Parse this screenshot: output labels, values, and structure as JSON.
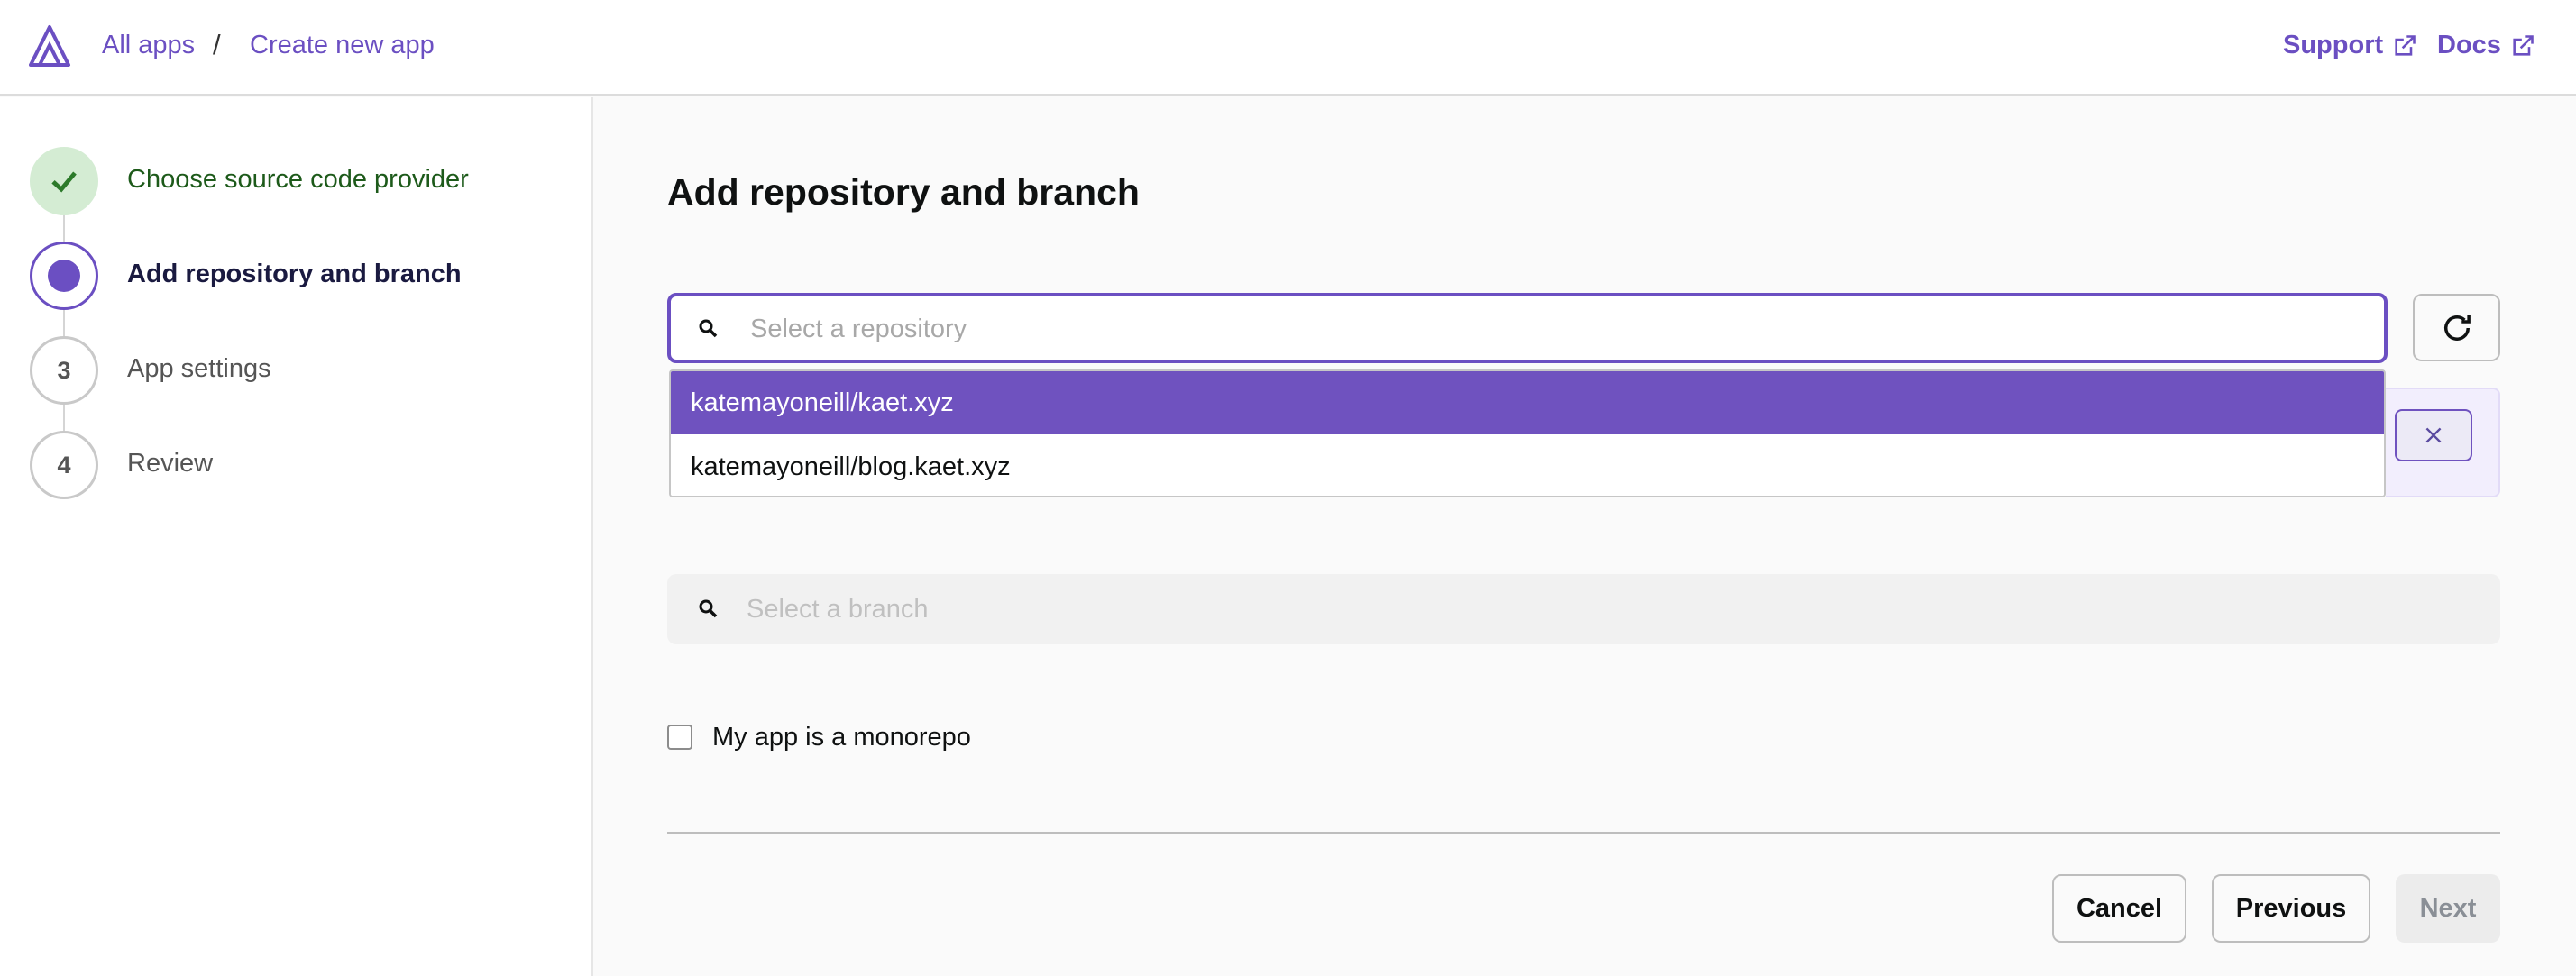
{
  "header": {
    "breadcrumb": [
      "All apps",
      "Create new app"
    ],
    "separator": "/",
    "links": [
      {
        "label": "Support",
        "icon": "external-link-icon"
      },
      {
        "label": "Docs",
        "icon": "external-link-icon"
      }
    ]
  },
  "steps": [
    {
      "number": "",
      "label": "Choose source code provider",
      "state": "completed"
    },
    {
      "number": "",
      "label": "Add repository and branch",
      "state": "active"
    },
    {
      "number": "3",
      "label": "App settings",
      "state": "pending"
    },
    {
      "number": "4",
      "label": "Review",
      "state": "pending"
    }
  ],
  "main": {
    "title": "Add repository and branch",
    "repo_select": {
      "placeholder": "Select a repository",
      "options": [
        "katemayoneill/kaet.xyz",
        "katemayoneill/blog.kaet.xyz"
      ],
      "highlighted_option": "katemayoneill/kaet.xyz"
    },
    "branch_select": {
      "placeholder": "Select a branch"
    },
    "monorepo_checkbox": {
      "label": "My app is a monorepo",
      "checked": false
    }
  },
  "footer": {
    "cancel": "Cancel",
    "previous": "Previous",
    "next": "Next"
  },
  "colors": {
    "accent": "#6b4fc2",
    "selected_option_bg": "#6f52bf",
    "completed_step_bg": "#d4ecd3"
  }
}
